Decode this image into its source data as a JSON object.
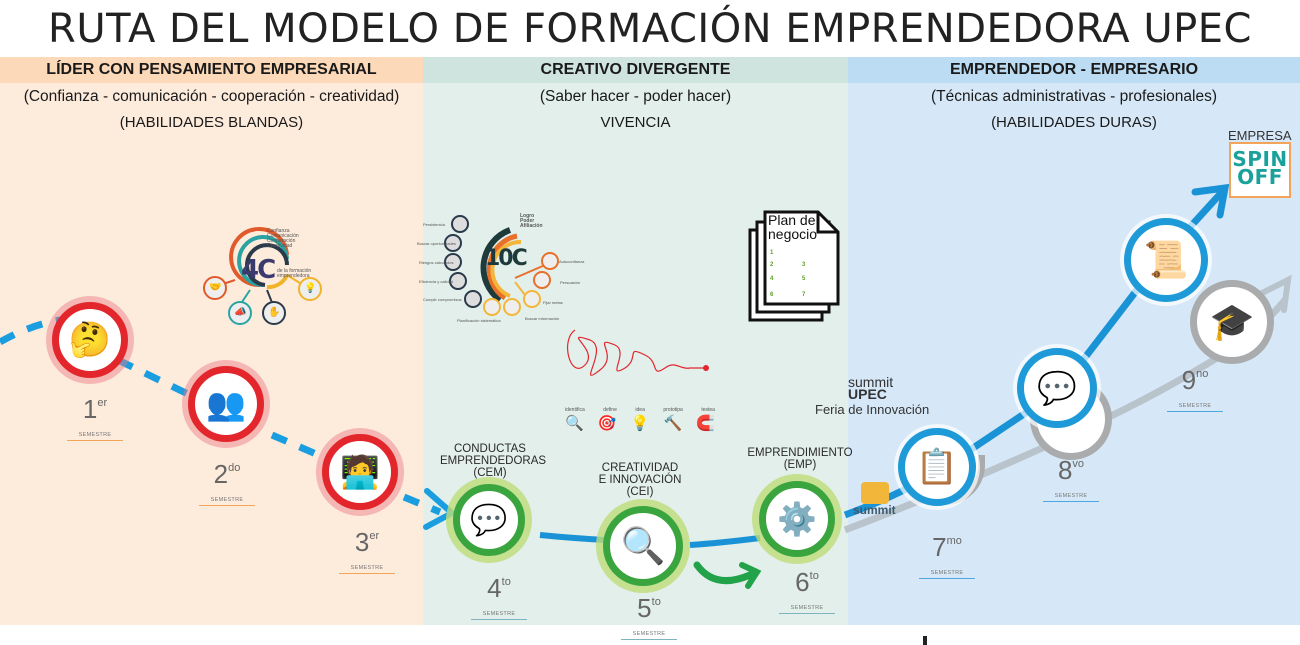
{
  "title": "RUTA DEL MODELO DE FORMACIÓN EMPRENDEDORA UPEC",
  "columns": [
    {
      "heading": "LÍDER CON PENSAMIENTO EMPRESARIAL",
      "subtitle": "(Confianza - comunicación - cooperación - creatividad)",
      "note": "(HABILIDADES BLANDAS)",
      "header_color": "#fcd9b8",
      "body_color": "#fdebdc"
    },
    {
      "heading": "CREATIVO DIVERGENTE",
      "subtitle": "(Saber hacer - poder hacer)",
      "note": "VIVENCIA",
      "header_color": "#cfe3df",
      "body_color": "#e2efeb"
    },
    {
      "heading": "EMPRENDEDOR - EMPRESARIO",
      "subtitle": "(Técnicas administrativas - profesionales)",
      "note": "(HABILIDADES DURAS)",
      "header_color": "#bcdcf3",
      "body_color": "#d6e8f7"
    }
  ],
  "four_c": {
    "logo": "4C",
    "items": [
      "Confianza",
      "Comunicación",
      "Cooperación",
      "Creatividad"
    ],
    "caption": "de la formación emprendedora",
    "icons": [
      "handshake-icon",
      "megaphone-icon",
      "teamwork-icon",
      "lightbulb-icon"
    ]
  },
  "ten_c": {
    "logo": "10C",
    "header": [
      "Logro",
      "Poder",
      "Afiliación"
    ],
    "items": [
      "Persistencia",
      "Buscar oportunidades",
      "Riesgos calculados",
      "Eficiencia y calidad",
      "Cumplir compromisos",
      "Planificación sistemática",
      "Buscar información",
      "Fijar metas",
      "Persuasión",
      "Autoconfianza"
    ]
  },
  "plan": {
    "title_line1": "Plan de",
    "title_line2": "negocio",
    "steps": [
      "1",
      "2",
      "3",
      "4",
      "5",
      "6",
      "7"
    ]
  },
  "design_thinking": {
    "steps": [
      "identifica",
      "define",
      "idea",
      "prototipa",
      "testea"
    ]
  },
  "semesters": [
    {
      "num": "1",
      "sup": "er",
      "label": "SEMESTRE",
      "phase": "soft",
      "icon": "thinking-person-icon"
    },
    {
      "num": "2",
      "sup": "do",
      "label": "SEMESTRE",
      "phase": "soft",
      "icon": "presentation-icon"
    },
    {
      "num": "3",
      "sup": "er",
      "label": "SEMESTRE",
      "phase": "soft",
      "icon": "relaxed-worker-icon"
    },
    {
      "num": "4",
      "sup": "to",
      "label": "SEMESTRE",
      "phase": "creative",
      "icon": "meeting-icon",
      "stage": [
        "CONDUCTAS",
        "EMPRENDEDORAS",
        "(CEM)"
      ]
    },
    {
      "num": "5",
      "sup": "to",
      "label": "SEMESTRE",
      "phase": "creative",
      "icon": "magnifier-icon",
      "stage": [
        "CREATIVIDAD",
        "E INNOVACIÓN",
        "(CEI)"
      ]
    },
    {
      "num": "6",
      "sup": "to",
      "label": "SEMESTRE",
      "phase": "creative",
      "icon": "idea-gear-icon",
      "stage": [
        "EMPRENDIMIENTO",
        "(EMP)"
      ]
    },
    {
      "num": "7",
      "sup": "mo",
      "label": "SEMESTRE",
      "phase": "hard",
      "icon": "checklist-woman-icon"
    },
    {
      "num": "8",
      "sup": "vo",
      "label": "SEMESTRE",
      "phase": "hard",
      "icon": "meeting-icon"
    },
    {
      "num": "9",
      "sup": "no",
      "label": "SEMESTRE",
      "phase": "hard",
      "icon": "graduation-icon"
    }
  ],
  "summit": {
    "line1": "summit",
    "line2": "UPEC",
    "line3": "Feria de Innovación",
    "badge": "summit"
  },
  "outcome": {
    "label": "EMPRESA",
    "logo_line1": "SPIN",
    "logo_line2": "OFF"
  },
  "colors": {
    "red_ring": "#e3262b",
    "green_ring": "#3aa53f",
    "blue_ring": "#1e9ad8",
    "grey_ring": "#a9abad",
    "path_blue": "#1a93d6",
    "spinoff_teal": "#1aa19b"
  }
}
